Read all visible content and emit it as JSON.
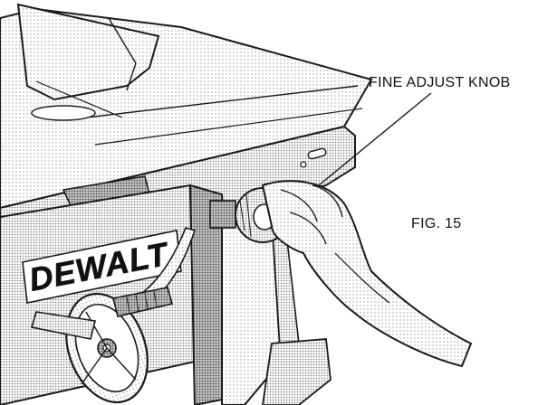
{
  "figure": {
    "callout_label": "FINE ADJUST KNOB",
    "fig_label": "FIG. 15",
    "brand_logo": "DEWALT",
    "colors": {
      "line": "#1a1a1a",
      "shade": "#9c9c9c",
      "background": "#ffffff"
    }
  }
}
